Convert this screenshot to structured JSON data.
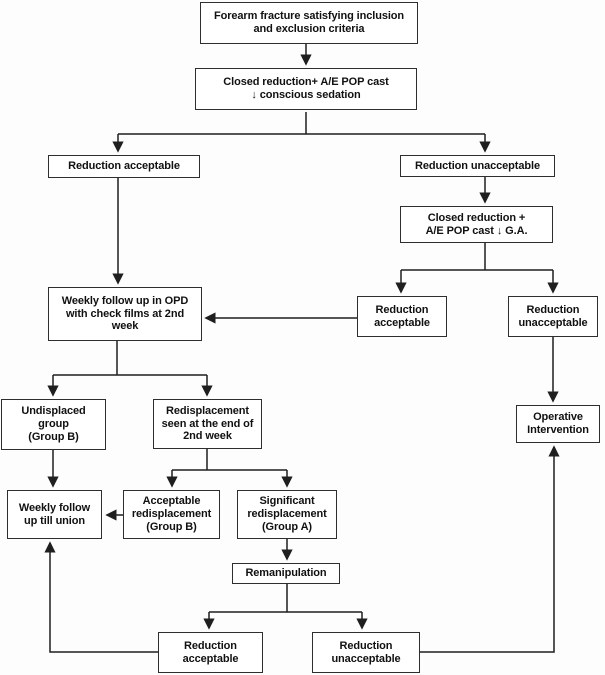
{
  "diagram": {
    "type": "flowchart",
    "colors": {
      "box_fill": "#ffffff",
      "box_border": "#2e2e2e",
      "line": "#1f1f1f",
      "text": "#111111",
      "background": "#fdfdfd"
    },
    "nodes": {
      "forearm_fracture": {
        "label": "Forearm fracture satisfying inclusion\nand exclusion criteria"
      },
      "closed_reduction_sedation": {
        "label": "Closed reduction+ A/E POP cast\n↓ conscious sedation"
      },
      "reduction_acceptable_1": {
        "label": "Reduction acceptable"
      },
      "reduction_unacceptable_1": {
        "label": "Reduction unacceptable"
      },
      "closed_reduction_ga": {
        "label": "Closed reduction +\nA/E POP cast ↓ G.A."
      },
      "weekly_followup_opd": {
        "label": "Weekly follow up in OPD\nwith check films at 2nd\nweek"
      },
      "reduction_acceptable_2": {
        "label": "Reduction\nacceptable"
      },
      "reduction_unacceptable_2": {
        "label": "Reduction\nunacceptable"
      },
      "operative_intervention": {
        "label": "Operative\nIntervention"
      },
      "undisplaced_group": {
        "label": "Undisplaced\ngroup\n(Group B)"
      },
      "redisplacement_seen": {
        "label": "Redisplacement\nseen at the end of\n2nd week"
      },
      "weekly_followup_union": {
        "label": "Weekly follow\nup till union"
      },
      "acceptable_redisplacement": {
        "label": "Acceptable\nredisplacement\n(Group B)"
      },
      "significant_redisplacement": {
        "label": "Significant\nredisplacement\n(Group A)"
      },
      "remanipulation": {
        "label": "Remanipulation"
      },
      "reduction_acceptable_3": {
        "label": "Reduction\nacceptable"
      },
      "reduction_unacceptable_3": {
        "label": "Reduction\nunacceptable"
      }
    }
  }
}
